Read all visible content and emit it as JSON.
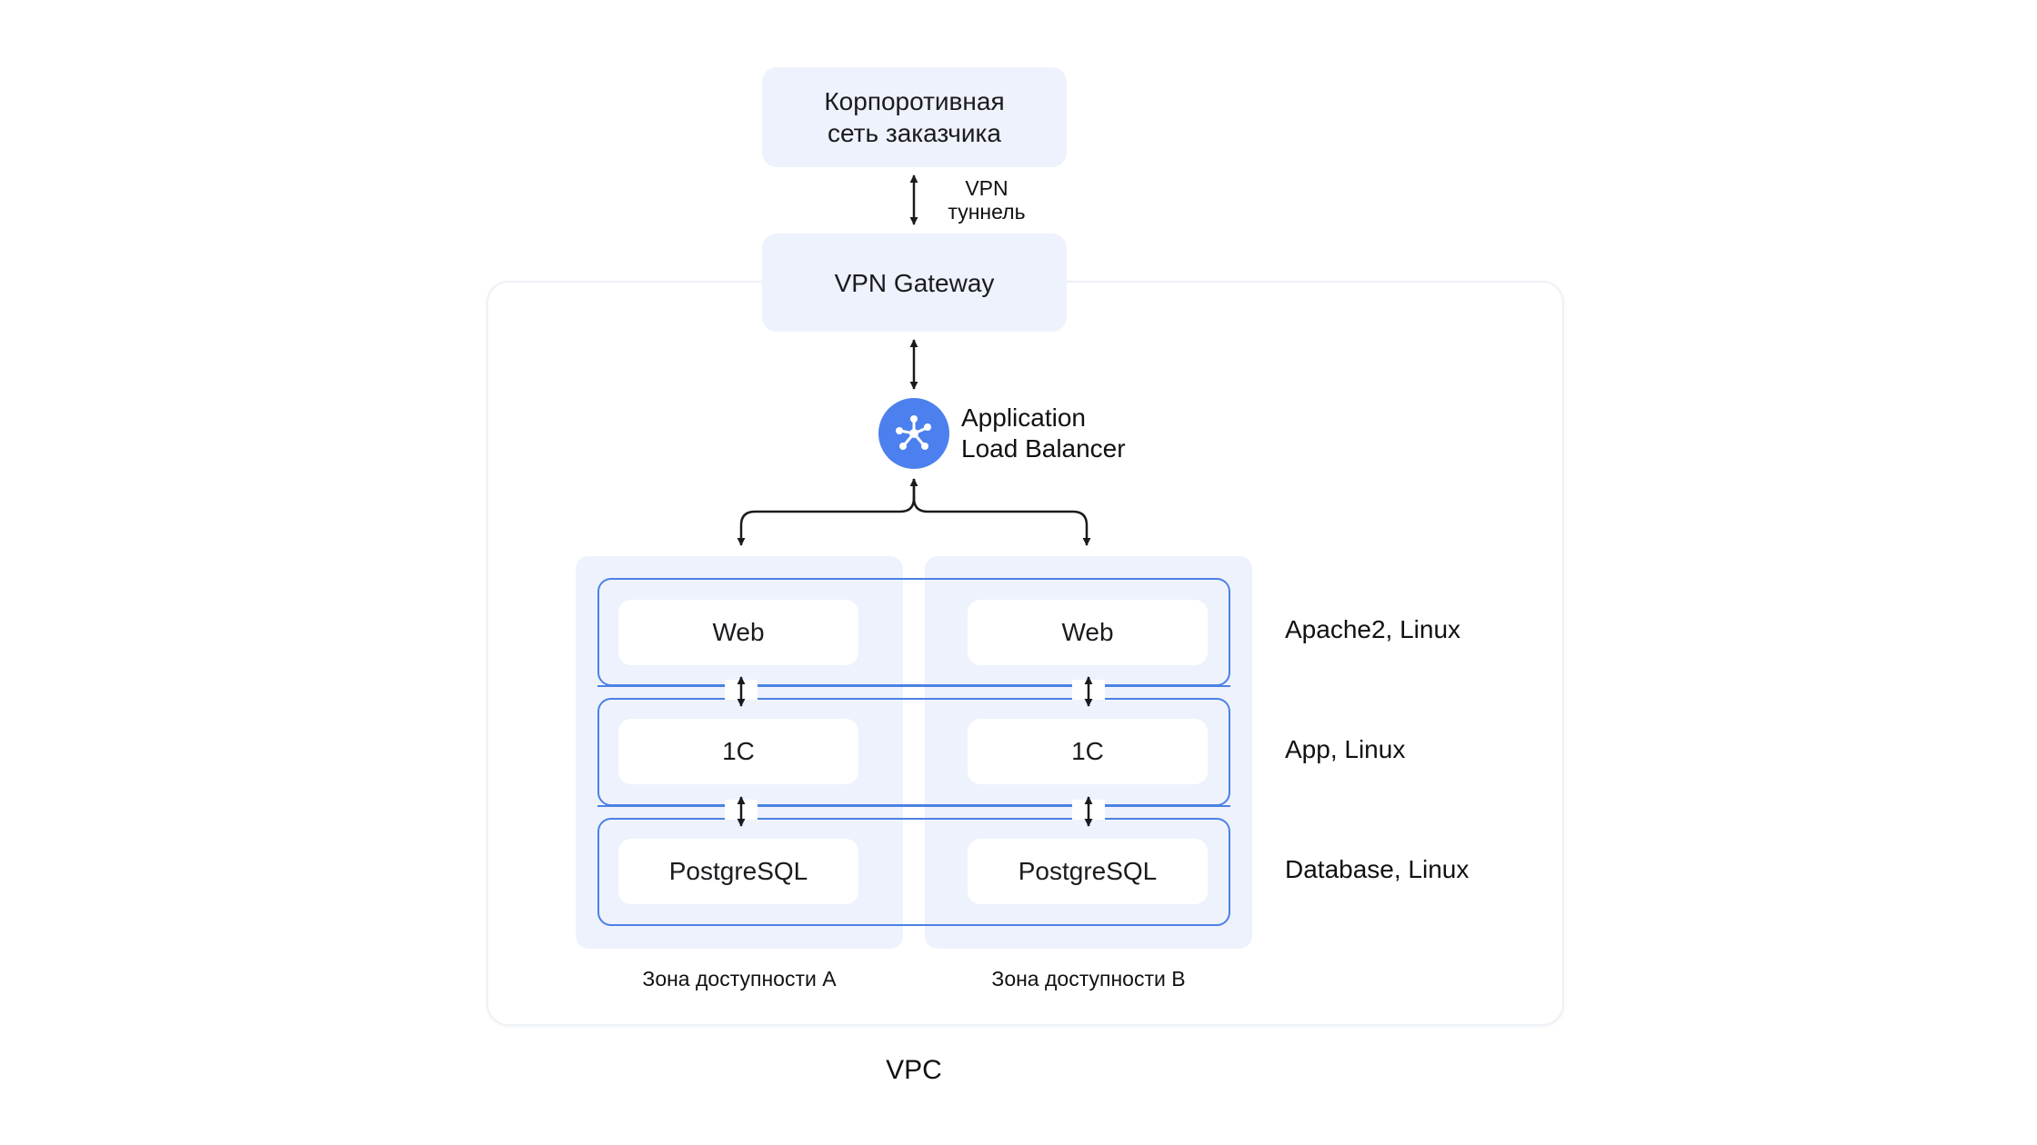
{
  "diagram": {
    "corporate_network": {
      "line1": "Корпоротивная",
      "line2": "сеть заказчика"
    },
    "vpn_tunnel": {
      "line1": "VPN",
      "line2": "туннель"
    },
    "vpn_gateway": "VPN Gateway",
    "load_balancer": {
      "line1": "Application",
      "line2": "Load Balancer",
      "icon": "load-balancer-icon"
    },
    "tiers": [
      {
        "label": "Apache2, Linux",
        "node": "Web"
      },
      {
        "label": "App, Linux",
        "node": "1C"
      },
      {
        "label": "Database, Linux",
        "node": "PostgreSQL"
      }
    ],
    "zones": [
      {
        "label": "Зона доступности A"
      },
      {
        "label": "Зона доступности B"
      }
    ],
    "vpc_label": "VPC",
    "colors": {
      "box_fill": "#eef2fc",
      "tier_border": "#4b82e3",
      "icon_fill": "#4c80ee",
      "arrow": "#1b1b1f"
    }
  }
}
